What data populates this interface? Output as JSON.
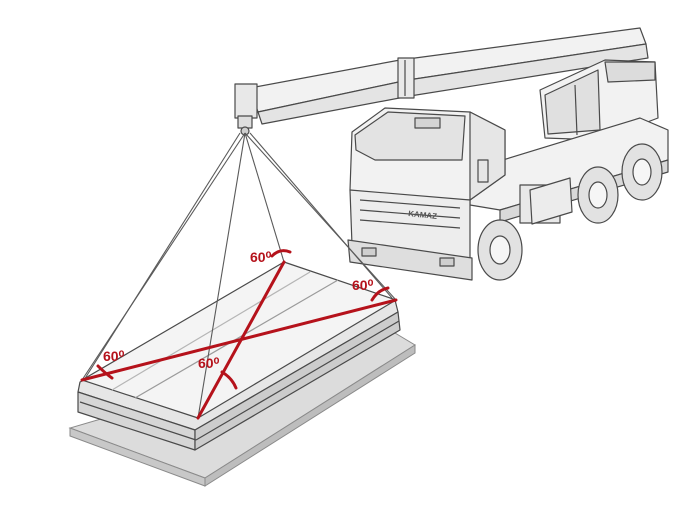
{
  "diagram": {
    "angle_labels": [
      {
        "id": "top",
        "text": "60⁰"
      },
      {
        "id": "right",
        "text": "60⁰"
      },
      {
        "id": "left",
        "text": "60⁰"
      },
      {
        "id": "center",
        "text": "60⁰"
      }
    ],
    "truck_badge": "KAMAZ",
    "colors": {
      "accent": "#b5121b",
      "outline": "#4a4a4a",
      "body": "#f2f2f2",
      "shade": "#d9d9d9",
      "background": "#ffffff"
    }
  }
}
